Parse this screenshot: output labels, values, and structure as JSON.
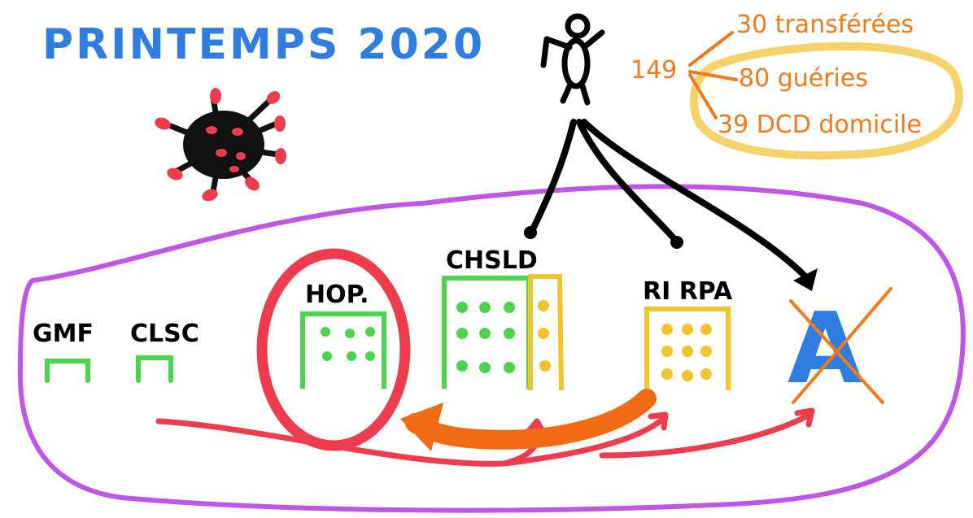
{
  "title": "PRINTEMPS 2020",
  "stats": {
    "total": "149",
    "transferred": "30 transférées",
    "recovered": "80 guéries",
    "deceased_home": "39 DCD domicile"
  },
  "locations": {
    "gmf": "GMF",
    "clsc": "CLSC",
    "hospital": "HOP.",
    "chsld": "CHSLD",
    "ri_rpa": "RI RPA",
    "home": "A"
  },
  "colors": {
    "title": "#2f7de1",
    "stats": "#f07a1c",
    "highlight": "#f5d36a",
    "boundary": "#c056e6",
    "hospital_circle": "#ee3b4d",
    "building_green": "#4cd44c",
    "building_yellow": "#f2c42c",
    "arrow_red": "#ee3b4d",
    "arrow_orange": "#f26a13",
    "virus_body": "#111111",
    "virus_spikes": "#ee3b4d"
  },
  "icons": {
    "virus": "coronavirus-icon",
    "person": "stick-figure-icon",
    "home": "house-icon"
  }
}
